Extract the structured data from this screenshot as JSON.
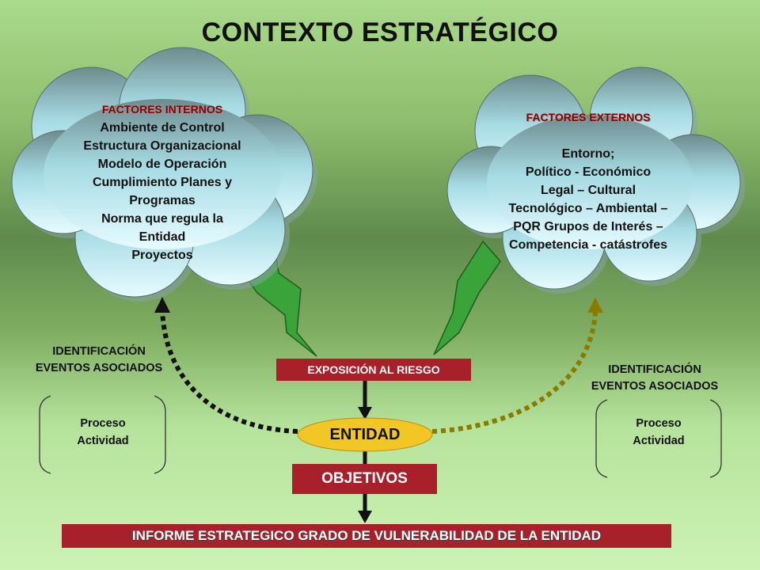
{
  "title": "CONTEXTO ESTRATÉGICO",
  "internal": {
    "header": "FACTORES INTERNOS",
    "lines": [
      "Ambiente de Control",
      "Estructura Organizacional",
      "Modelo de Operación",
      "Cumplimiento Planes y",
      "Programas",
      "Norma que regula la",
      "Entidad",
      "Proyectos"
    ]
  },
  "external": {
    "header": "FACTORES EXTERNOS",
    "lines": [
      "Entorno;",
      "Político - Económico",
      "Legal – Cultural",
      "Tecnológico – Ambiental –",
      "PQR Grupos de Interés –",
      "Competencia - catástrofes"
    ]
  },
  "left_identification": [
    "IDENTIFICACIÓN",
    "EVENTOS ASOCIADOS"
  ],
  "right_identification": [
    "IDENTIFICACIÓN",
    "EVENTOS ASOCIADOS"
  ],
  "left_process": [
    "Proceso",
    "Actividad"
  ],
  "right_process": [
    "Proceso",
    "Actividad"
  ],
  "exposure_label": "EXPOSICIÓN AL RIESGO",
  "entity_label": "ENTIDAD",
  "objectives_label": "OBJETIVOS",
  "report_label": "INFORME ESTRATEGICO GRADO DE VULNERABILIDAD DE LA ENTIDAD",
  "colors": {
    "box_red": "#a8202a",
    "entity_yellow": "#f2c624",
    "lightning_green": "#3aa43a",
    "left_dots": "#111111",
    "right_dots": "#8a7a00",
    "header_red": "#8b0000"
  }
}
